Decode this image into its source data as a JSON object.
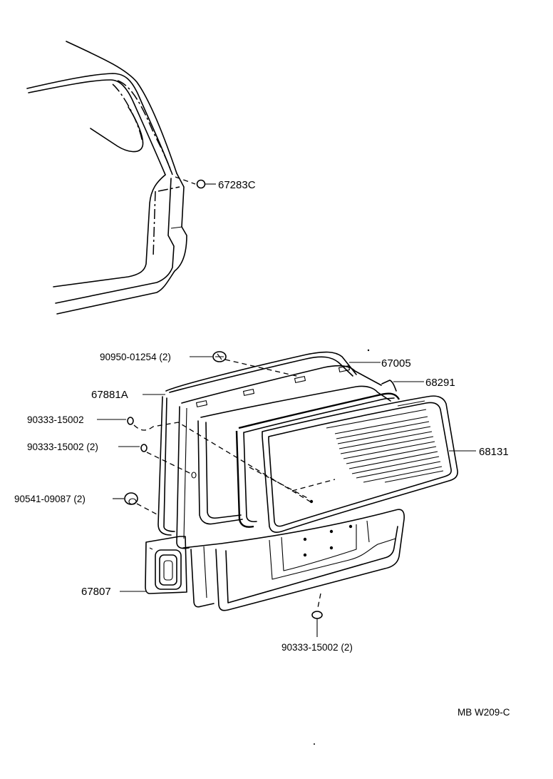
{
  "parts": {
    "p67283C": "67283C",
    "p90950": "90950-01254 (2)",
    "p67005": "67005",
    "p68291": "68291",
    "p67881A": "67881A",
    "p90333a": "90333-15002",
    "p90333b": "90333-15002 (2)",
    "p68131": "68131",
    "p90541": "90541-09087 (2)",
    "p67807": "67807",
    "p90333c": "90333-15002 (2)"
  },
  "footer": {
    "code": "MB  W209-C"
  }
}
